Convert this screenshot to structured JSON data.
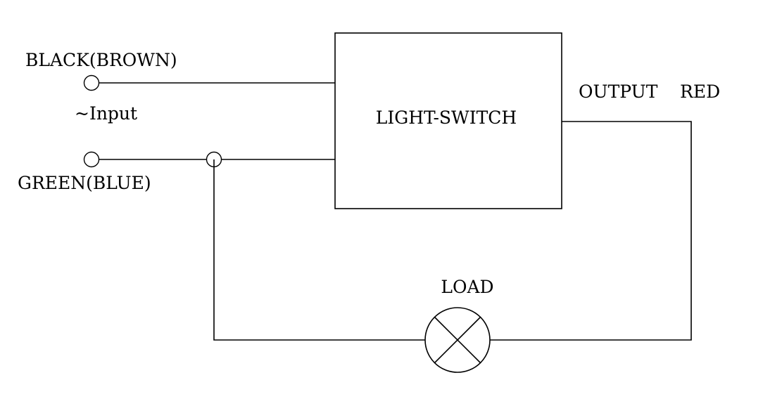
{
  "labels": {
    "black_wire": "BLACK(BROWN)",
    "input": "~Input",
    "green_wire": "GREEN(BLUE)",
    "switch": "LIGHT-SWITCH",
    "output": "OUTPUT",
    "output_color": "RED",
    "load": "LOAD"
  },
  "colors": {
    "line": "#000000",
    "background": "#ffffff"
  }
}
